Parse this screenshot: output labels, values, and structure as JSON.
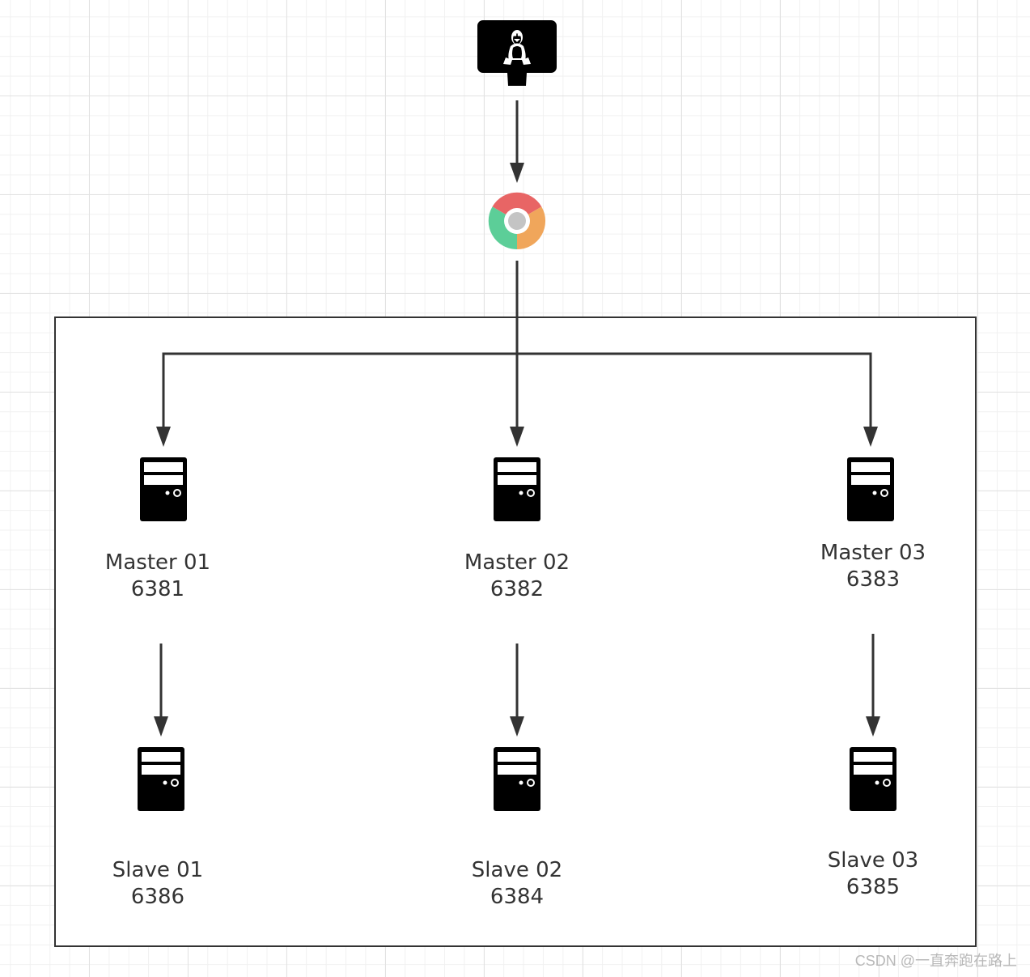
{
  "nodes": {
    "master_01": {
      "name": "Master 01",
      "port": "6381"
    },
    "master_02": {
      "name": "Master 02",
      "port": "6382"
    },
    "master_03": {
      "name": "Master 03",
      "port": "6383"
    },
    "slave_01": {
      "name": "Slave 01",
      "port": "6386"
    },
    "slave_02": {
      "name": "Slave 02",
      "port": "6384"
    },
    "slave_03": {
      "name": "Slave 03",
      "port": "6385"
    }
  },
  "icons": {
    "client": "linux-monitor-icon",
    "gateway": "chrome-icon",
    "server": "server-icon"
  },
  "colors": {
    "line": "#333333",
    "chrome_red": "#e86565",
    "chrome_green": "#5cce98",
    "chrome_orange": "#f0a65b",
    "chrome_center": "#c4c4c4"
  },
  "watermark": "CSDN @一直奔跑在路上"
}
